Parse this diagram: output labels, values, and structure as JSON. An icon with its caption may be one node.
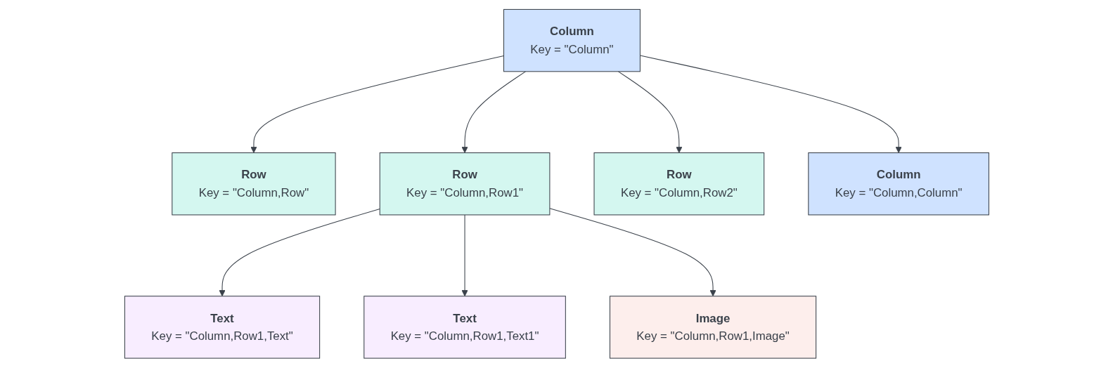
{
  "diagram": {
    "nodes": [
      {
        "text": [
          "Column",
          "Key = \"Column\""
        ]
      },
      {
        "text": [
          "Row",
          "Key = \"Column,Row\""
        ]
      },
      {
        "text": [
          "Row",
          "Key = \"Column,Row1\""
        ]
      },
      {
        "text": [
          "Row",
          "Key = \"Column,Row2\""
        ]
      },
      {
        "text": [
          "Column",
          "Key = \"Column,Column\""
        ]
      },
      {
        "text": [
          "Text",
          "Key = \"Column,Row1,Text\""
        ]
      },
      {
        "text": [
          "Text",
          "Key = \"Column,Row1,Text1\""
        ]
      },
      {
        "text": [
          "Image",
          "Key = \"Column,Row1,Image\""
        ]
      }
    ],
    "edges": [
      {
        "from": 0,
        "to": 1,
        "arrow": "to"
      },
      {
        "from": 0,
        "to": 2,
        "arrow": "to"
      },
      {
        "from": 0,
        "to": 3,
        "arrow": "to"
      },
      {
        "from": 0,
        "to": 4,
        "arrow": "to"
      },
      {
        "from": 2,
        "to": 5,
        "arrow": "to"
      },
      {
        "from": 2,
        "to": 6,
        "arrow": "to"
      },
      {
        "from": 2,
        "to": 7,
        "arrow": "to"
      }
    ]
  }
}
